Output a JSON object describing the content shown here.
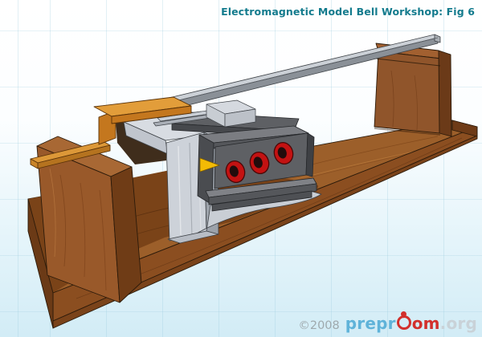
{
  "header": {
    "title": "Electromagnetic Model Bell Workshop: Fig 6"
  },
  "footer": {
    "copyright": "©2008",
    "logo": {
      "prefix": "prepr",
      "mid": "om",
      "suffix": ".org"
    }
  },
  "palette": {
    "title_teal": "#137B8D",
    "logo_blue": "#5FB3D9",
    "logo_red": "#D2302C",
    "logo_gray": "#C9D2D8",
    "background_blue": "#D2ECF6",
    "wood_light": "#9C5F2A",
    "wood_dark": "#6F3C16",
    "wood_shadow": "#7A4318",
    "copper_orange": "#E29D3A",
    "steel_light": "#D8DCE2",
    "steel_grey": "#8A9097",
    "iron_dark": "#5E6064",
    "coil_red": "#C31212",
    "coil_hole": "#230C0C",
    "contact_yellow": "#F3BB05"
  },
  "figure": {
    "parts": [
      {
        "name": "wooden-baseboard"
      },
      {
        "name": "left-wooden-upright"
      },
      {
        "name": "right-wooden-upright"
      },
      {
        "name": "copper-contact-strip"
      },
      {
        "name": "steel-angle-bracket"
      },
      {
        "name": "armature-clamp"
      },
      {
        "name": "electromagnet-core"
      },
      {
        "name": "coil-windings"
      },
      {
        "name": "contact-screw-tip"
      },
      {
        "name": "steel-armature-strip"
      }
    ]
  }
}
